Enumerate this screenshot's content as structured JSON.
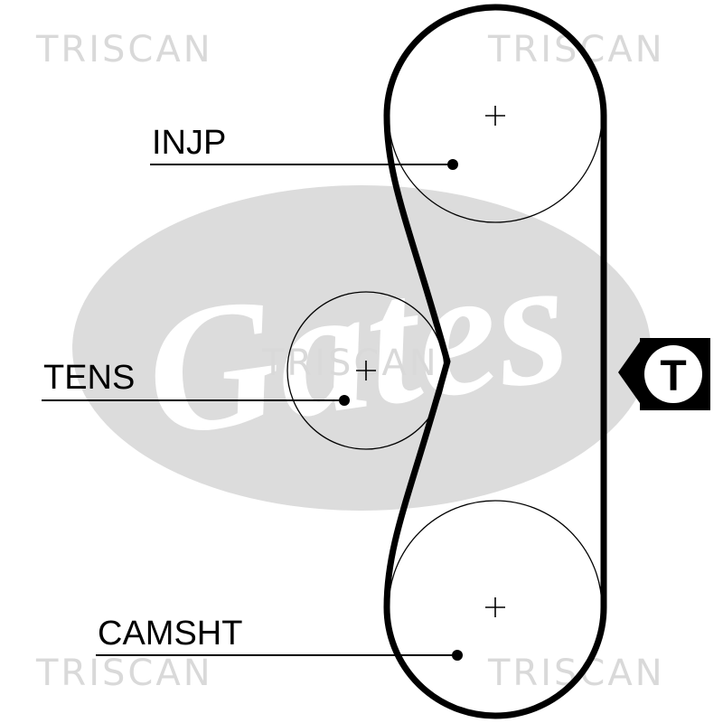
{
  "watermark": {
    "text": "TRISCAN",
    "logo_text": "Gates",
    "color": "#d9d9d9"
  },
  "labels": {
    "injp": "INJP",
    "tens": "TENS",
    "camsht": "CAMSHT"
  },
  "belt_marker": {
    "letter": "T"
  },
  "colors": {
    "line": "#000000",
    "logo_fill": "#dcdcdc",
    "background": "#ffffff"
  }
}
